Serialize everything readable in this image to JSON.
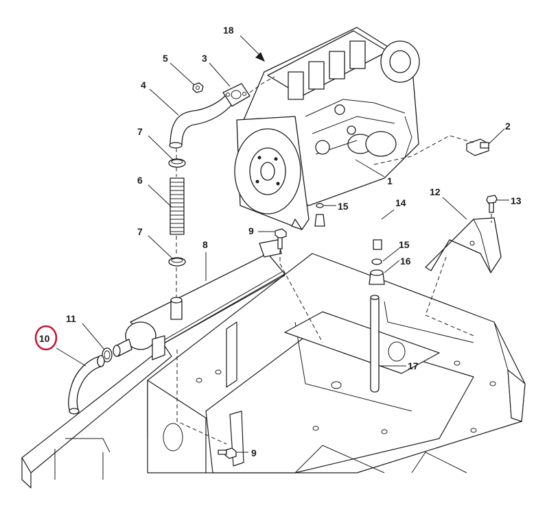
{
  "diagram": {
    "highlight_color": "#c8102e",
    "ink_color": "#1a1a1a",
    "callouts": [
      {
        "id": "c1",
        "label": "1"
      },
      {
        "id": "c2",
        "label": "2"
      },
      {
        "id": "c3",
        "label": "3"
      },
      {
        "id": "c4",
        "label": "4"
      },
      {
        "id": "c5",
        "label": "5"
      },
      {
        "id": "c6",
        "label": "6"
      },
      {
        "id": "c7a",
        "label": "7"
      },
      {
        "id": "c7b",
        "label": "7"
      },
      {
        "id": "c8",
        "label": "8"
      },
      {
        "id": "c9a",
        "label": "9"
      },
      {
        "id": "c9b",
        "label": "9"
      },
      {
        "id": "c10",
        "label": "10",
        "highlighted": true
      },
      {
        "id": "c11",
        "label": "11"
      },
      {
        "id": "c12",
        "label": "12"
      },
      {
        "id": "c13",
        "label": "13"
      },
      {
        "id": "c14",
        "label": "14"
      },
      {
        "id": "c15a",
        "label": "15"
      },
      {
        "id": "c15b",
        "label": "15"
      },
      {
        "id": "c16",
        "label": "16"
      },
      {
        "id": "c17",
        "label": "17"
      },
      {
        "id": "c18",
        "label": "18"
      }
    ]
  }
}
